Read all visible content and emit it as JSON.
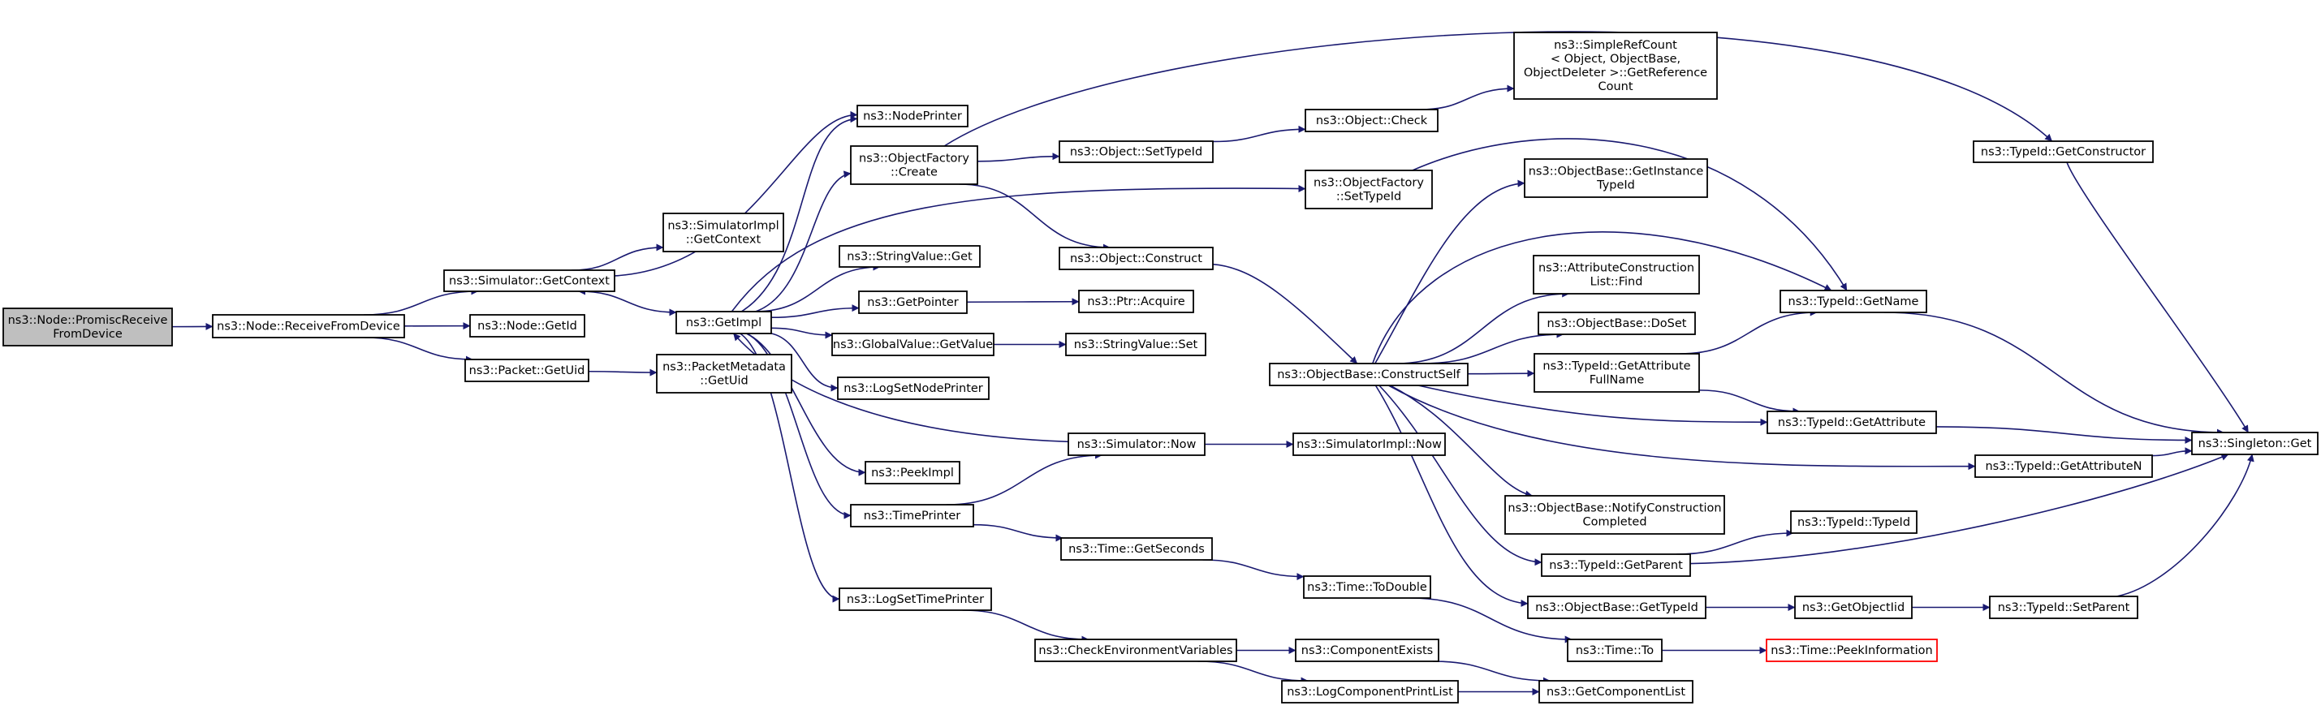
{
  "graph": {
    "edge_color": "#191970",
    "box_stroke": "#000000",
    "root_fill": "#bfbfbf",
    "highlight_stroke": "#ff0000",
    "nodes": [
      {
        "id": "promisc",
        "lines": [
          "ns3::Node::PromiscReceive",
          "FromDevice"
        ],
        "style": "root"
      },
      {
        "id": "receive",
        "lines": [
          "ns3::Node::ReceiveFromDevice"
        ]
      },
      {
        "id": "getcontext",
        "lines": [
          "ns3::Simulator::GetContext"
        ]
      },
      {
        "id": "getid",
        "lines": [
          "ns3::Node::GetId"
        ]
      },
      {
        "id": "pkt_getuid",
        "lines": [
          "ns3::Packet::GetUid"
        ]
      },
      {
        "id": "pm_getuid",
        "lines": [
          "ns3::PacketMetadata",
          "::GetUid"
        ]
      },
      {
        "id": "simimpl_getcontext",
        "lines": [
          "ns3::SimulatorImpl",
          "::GetContext"
        ]
      },
      {
        "id": "getimpl",
        "lines": [
          "ns3::GetImpl"
        ]
      },
      {
        "id": "nodeprinter",
        "lines": [
          "ns3::NodePrinter"
        ]
      },
      {
        "id": "of_create",
        "lines": [
          "ns3::ObjectFactory",
          "::Create"
        ]
      },
      {
        "id": "stringvalue_get",
        "lines": [
          "ns3::StringValue::Get"
        ]
      },
      {
        "id": "getpointer",
        "lines": [
          "ns3::GetPointer"
        ]
      },
      {
        "id": "globalvalue_getvalue",
        "lines": [
          "ns3::GlobalValue::GetValue"
        ]
      },
      {
        "id": "logsetnodeprinter",
        "lines": [
          "ns3::LogSetNodePrinter"
        ]
      },
      {
        "id": "peekimpl",
        "lines": [
          "ns3::PeekImpl"
        ]
      },
      {
        "id": "timeprinter",
        "lines": [
          "ns3::TimePrinter"
        ]
      },
      {
        "id": "logsettimeprinter",
        "lines": [
          "ns3::LogSetTimePrinter"
        ]
      },
      {
        "id": "object_settypeid",
        "lines": [
          "ns3::Object::SetTypeId"
        ]
      },
      {
        "id": "object_construct",
        "lines": [
          "ns3::Object::Construct"
        ]
      },
      {
        "id": "ptr_acquire",
        "lines": [
          "ns3::Ptr::Acquire"
        ]
      },
      {
        "id": "stringvalue_set",
        "lines": [
          "ns3::StringValue::Set"
        ]
      },
      {
        "id": "simulator_now",
        "lines": [
          "ns3::Simulator::Now"
        ]
      },
      {
        "id": "time_getseconds",
        "lines": [
          "ns3::Time::GetSeconds"
        ]
      },
      {
        "id": "checkenv",
        "lines": [
          "ns3::CheckEnvironmentVariables"
        ]
      },
      {
        "id": "object_check",
        "lines": [
          "ns3::Object::Check"
        ]
      },
      {
        "id": "of_settypeid",
        "lines": [
          "ns3::ObjectFactory",
          "::SetTypeId"
        ]
      },
      {
        "id": "constructself",
        "lines": [
          "ns3::ObjectBase::ConstructSelf"
        ]
      },
      {
        "id": "simimpl_now",
        "lines": [
          "ns3::SimulatorImpl::Now"
        ]
      },
      {
        "id": "time_todouble",
        "lines": [
          "ns3::Time::ToDouble"
        ]
      },
      {
        "id": "componentexists",
        "lines": [
          "ns3::ComponentExists"
        ]
      },
      {
        "id": "logcomponentprintlist",
        "lines": [
          "ns3::LogComponentPrintList"
        ]
      },
      {
        "id": "simplerefcount",
        "lines": [
          "ns3::SimpleRefCount",
          "< Object, ObjectBase,",
          " ObjectDeleter >::GetReference",
          "Count"
        ]
      },
      {
        "id": "getinstancetypeid",
        "lines": [
          "ns3::ObjectBase::GetInstance",
          "TypeId"
        ]
      },
      {
        "id": "attrconstlist_find",
        "lines": [
          "ns3::AttributeConstruction",
          "List::Find"
        ]
      },
      {
        "id": "doset",
        "lines": [
          "ns3::ObjectBase::DoSet"
        ]
      },
      {
        "id": "getattributefullname",
        "lines": [
          "ns3::TypeId::GetAttribute",
          "FullName"
        ]
      },
      {
        "id": "notifyconstruction",
        "lines": [
          "ns3::ObjectBase::NotifyConstruction",
          "Completed"
        ]
      },
      {
        "id": "typeid_getparent",
        "lines": [
          "ns3::TypeId::GetParent"
        ]
      },
      {
        "id": "objectbase_gettypeid",
        "lines": [
          "ns3::ObjectBase::GetTypeId"
        ]
      },
      {
        "id": "time_to",
        "lines": [
          "ns3::Time::To"
        ]
      },
      {
        "id": "getcomponentlist",
        "lines": [
          "ns3::GetComponentList"
        ]
      },
      {
        "id": "typeid_getname",
        "lines": [
          "ns3::TypeId::GetName"
        ]
      },
      {
        "id": "typeid_getattribute",
        "lines": [
          "ns3::TypeId::GetAttribute"
        ]
      },
      {
        "id": "typeid_typeid",
        "lines": [
          "ns3::TypeId::TypeId"
        ]
      },
      {
        "id": "getobjectiid",
        "lines": [
          "ns3::GetObjectIid"
        ]
      },
      {
        "id": "peekinformation",
        "lines": [
          "ns3::Time::PeekInformation"
        ],
        "style": "red"
      },
      {
        "id": "typeid_getconstructor",
        "lines": [
          "ns3::TypeId::GetConstructor"
        ]
      },
      {
        "id": "typeid_getattributen",
        "lines": [
          "ns3::TypeId::GetAttributeN"
        ]
      },
      {
        "id": "typeid_setparent",
        "lines": [
          "ns3::TypeId::SetParent"
        ]
      },
      {
        "id": "singleton_get",
        "lines": [
          "ns3::Singleton::Get"
        ]
      }
    ]
  }
}
